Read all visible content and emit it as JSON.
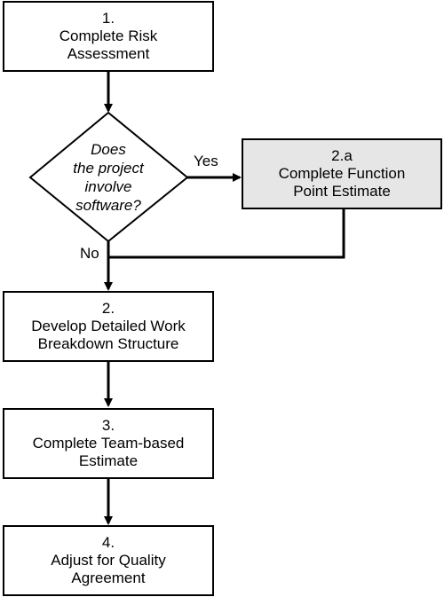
{
  "steps": {
    "step1": {
      "number": "1.",
      "line1": "Complete Risk",
      "line2": "Assessment"
    },
    "decision": {
      "line1": "Does",
      "line2": "the project",
      "line3": "involve",
      "line4": "software?"
    },
    "step2a": {
      "number": "2.a",
      "line1": "Complete Function",
      "line2": "Point Estimate"
    },
    "step2": {
      "number": "2.",
      "line1": "Develop Detailed Work",
      "line2": "Breakdown Structure"
    },
    "step3": {
      "number": "3.",
      "line1": "Complete Team-based",
      "line2": "Estimate"
    },
    "step4": {
      "number": "4.",
      "line1": "Adjust for Quality",
      "line2": "Agreement"
    }
  },
  "labels": {
    "yes": "Yes",
    "no": "No"
  },
  "colors": {
    "line": "#000000",
    "shaded_box": "#e6e6e6",
    "box": "#ffffff"
  }
}
